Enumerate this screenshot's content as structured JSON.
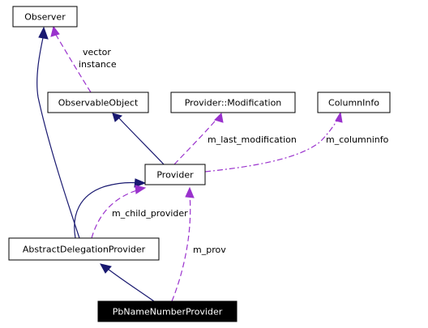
{
  "colors": {
    "inheritance": "#191970",
    "usage": "#9a32cd",
    "highlight_fill": "#000000",
    "highlight_text": "#ffffff"
  },
  "nodes": {
    "observer": "Observer",
    "observable_object": "ObservableObject",
    "provider_modification": "Provider::Modification",
    "column_info": "ColumnInfo",
    "provider": "Provider",
    "abstract_delegation_provider": "AbstractDelegationProvider",
    "pb_name_number_provider": "PbNameNumberProvider"
  },
  "edge_labels": {
    "vector": "vector",
    "instance": "instance",
    "m_last_modification": "m_last_modification",
    "m_columninfo": "m_columninfo",
    "m_child_provider": "m_child_provider",
    "m_prov": "m_prov"
  }
}
